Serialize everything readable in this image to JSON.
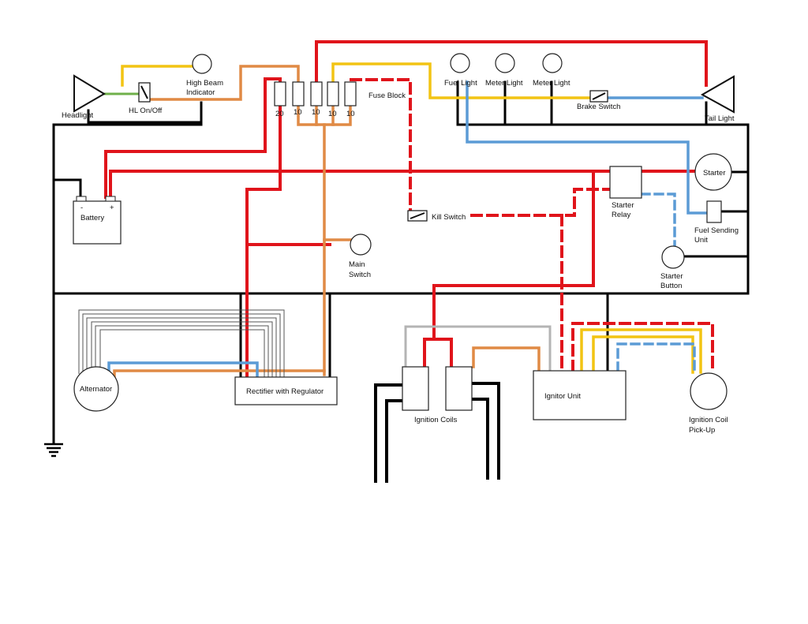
{
  "components": {
    "headlight": "Headlight",
    "hl_switch": "HL On/Off",
    "high_beam_indicator": [
      "High Beam",
      "Indicator"
    ],
    "fuse_block": "Fuse Block",
    "fuses": [
      "20",
      "10",
      "10",
      "10",
      "10"
    ],
    "fuel_light": "Fuel Light",
    "meter_light_1": "Meter Light",
    "meter_light_2": "Meter Light",
    "brake_switch": "Brake Switch",
    "tail_light": "Tail Light",
    "battery": "Battery",
    "battery_minus": "-",
    "battery_plus": "+",
    "starter": "Starter",
    "starter_relay": [
      "Starter",
      "Relay"
    ],
    "kill_switch": "Kill Switch",
    "fuel_sending_unit": [
      "Fuel Sending",
      "Unit"
    ],
    "main_switch": [
      "Main",
      "Switch"
    ],
    "starter_button": [
      "Starter",
      "Button"
    ],
    "alternator": "Alternator",
    "rectifier": "Rectifier with Regulator",
    "ignition_coils": "Ignition Coils",
    "ignitor_unit": "Ignitor Unit",
    "ignition_coil_pickup": [
      "Ignition Coil",
      "Pick-Up"
    ]
  },
  "wire_colors": {
    "red": "#e0141b",
    "black": "#000000",
    "yellow": "#f2c413",
    "blue": "#5b9bd5",
    "orange": "#e08a45",
    "gray": "#b4b4b4",
    "green": "#6fb04a"
  }
}
